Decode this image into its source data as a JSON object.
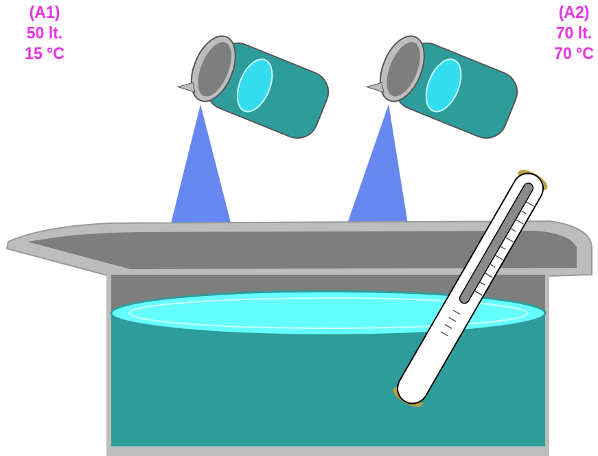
{
  "diagram": {
    "labels": [
      "(A1)",
      "50 lt.",
      "15 °C",
      "(A2)",
      "70 lt.",
      "70 °C"
    ]
  }
}
